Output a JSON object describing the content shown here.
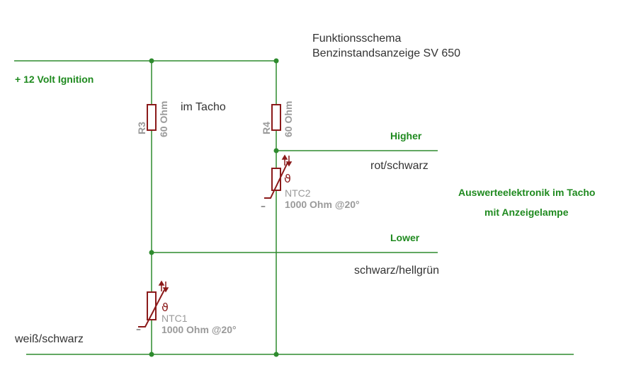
{
  "title": {
    "line1": "Funktionsschema",
    "line2": "Benzinstandsanzeige SV 650"
  },
  "labels": {
    "supply": "+ 12 Volt Ignition",
    "im_tacho": "im Tacho",
    "higher": "Higher",
    "lower": "Lower",
    "wire_rot": "rot/schwarz",
    "wire_schwarz": "schwarz/hellgrün",
    "wire_weiss": "weiß/schwarz",
    "electronics_line1": "Auswerteelektronik im Tacho",
    "electronics_line2": "mit Anzeigelampe"
  },
  "components": {
    "r3": {
      "name": "R3",
      "value": "60 Ohm"
    },
    "r4": {
      "name": "R4",
      "value": "60 Ohm"
    },
    "ntc1": {
      "name": "NTC1",
      "value": "1000 Ohm @20°",
      "symbol": "ϑ",
      "minus": "–"
    },
    "ntc2": {
      "name": "NTC2",
      "value": "1000 Ohm @20°",
      "symbol": "ϑ",
      "minus": "–"
    }
  },
  "colors": {
    "wire": "#2e8b2e",
    "component": "#8b1a1a",
    "label_green": "#1f8a1f",
    "text": "#333333",
    "value_gray": "#9a9a9a"
  }
}
